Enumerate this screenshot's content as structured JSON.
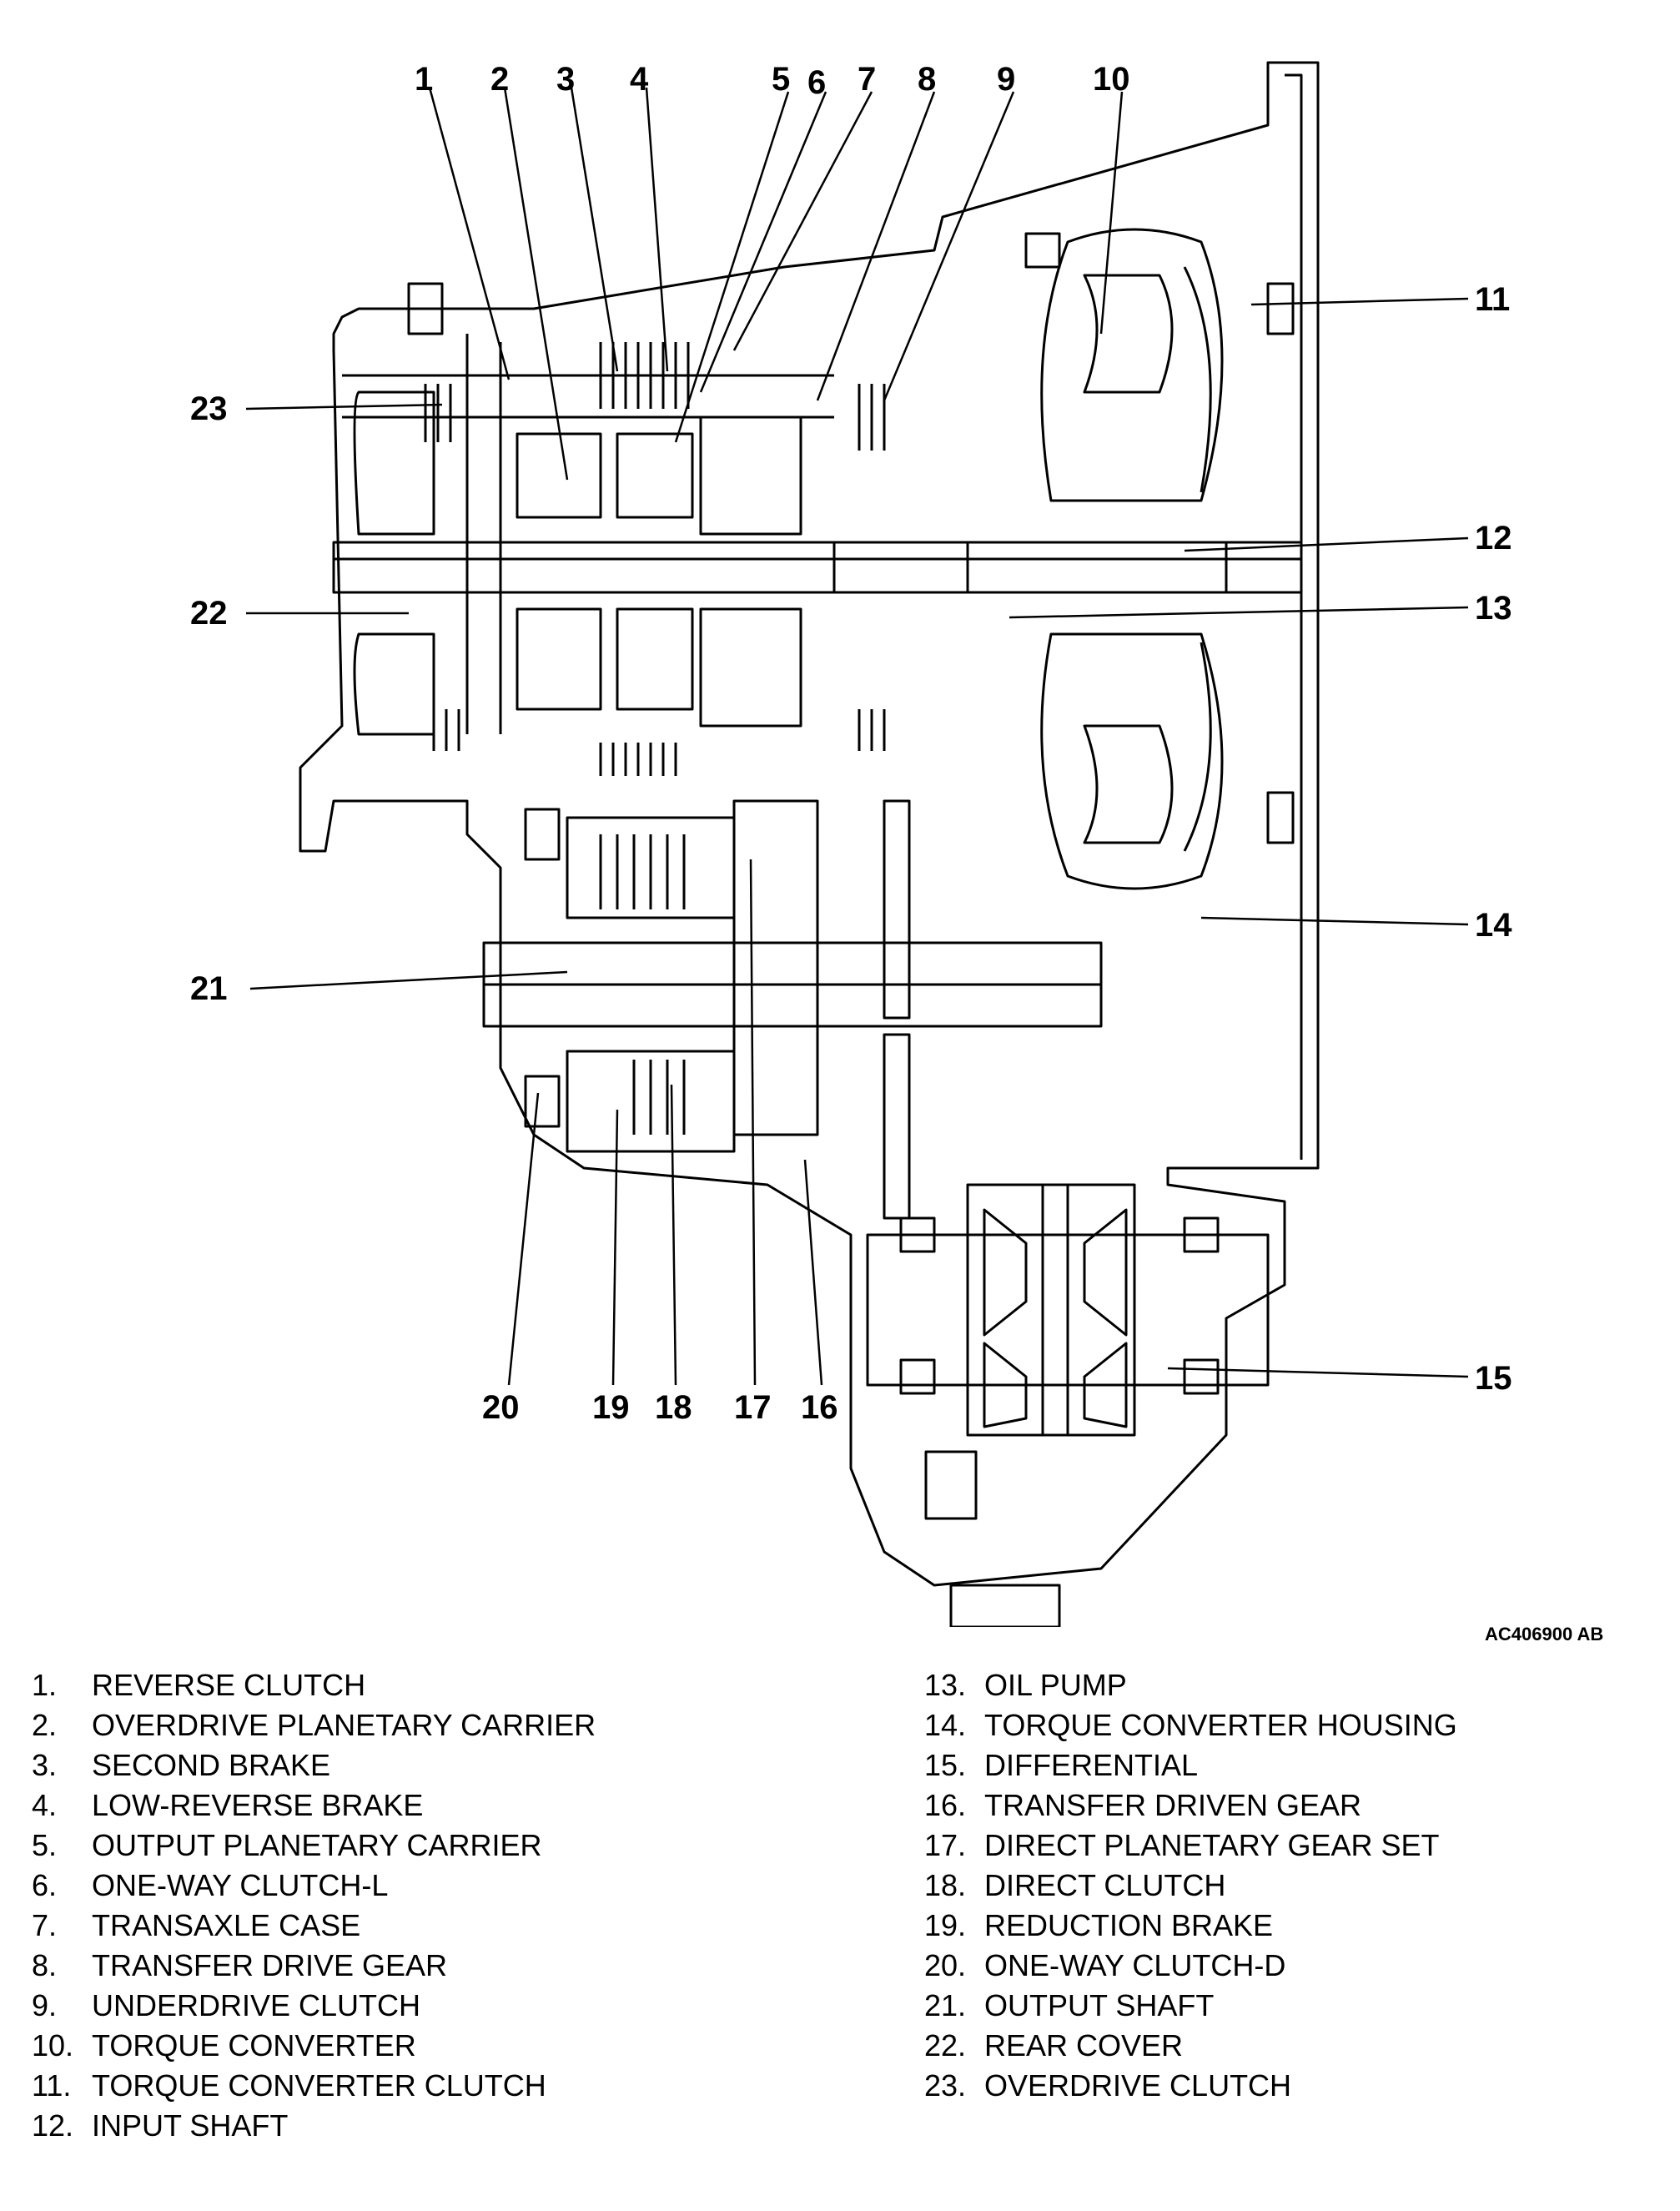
{
  "figure_code": "AC406900 AB",
  "callouts": [
    "1",
    "2",
    "3",
    "4",
    "5",
    "6",
    "7",
    "8",
    "9",
    "10",
    "11",
    "12",
    "13",
    "14",
    "15",
    "16",
    "17",
    "18",
    "19",
    "20",
    "21",
    "22",
    "23"
  ],
  "legend_left": [
    {
      "num": "1.",
      "label": "REVERSE CLUTCH"
    },
    {
      "num": "2.",
      "label": "OVERDRIVE PLANETARY CARRIER"
    },
    {
      "num": "3.",
      "label": "SECOND BRAKE"
    },
    {
      "num": "4.",
      "label": "LOW-REVERSE BRAKE"
    },
    {
      "num": "5.",
      "label": "OUTPUT PLANETARY CARRIER"
    },
    {
      "num": "6.",
      "label": "ONE-WAY CLUTCH-L"
    },
    {
      "num": "7.",
      "label": "TRANSAXLE CASE"
    },
    {
      "num": "8.",
      "label": "TRANSFER DRIVE GEAR"
    },
    {
      "num": "9.",
      "label": "UNDERDRIVE CLUTCH"
    },
    {
      "num": "10.",
      "label": "TORQUE CONVERTER"
    },
    {
      "num": "11.",
      "label": "TORQUE CONVERTER CLUTCH"
    },
    {
      "num": "12.",
      "label": "INPUT SHAFT"
    }
  ],
  "legend_right": [
    {
      "num": "13.",
      "label": "OIL PUMP"
    },
    {
      "num": "14.",
      "label": "TORQUE CONVERTER HOUSING"
    },
    {
      "num": "15.",
      "label": "DIFFERENTIAL"
    },
    {
      "num": "16.",
      "label": "TRANSFER DRIVEN GEAR"
    },
    {
      "num": "17.",
      "label": "DIRECT PLANETARY GEAR SET"
    },
    {
      "num": "18.",
      "label": "DIRECT CLUTCH"
    },
    {
      "num": "19.",
      "label": "REDUCTION BRAKE"
    },
    {
      "num": "20.",
      "label": "ONE-WAY CLUTCH-D"
    },
    {
      "num": "21.",
      "label": "OUTPUT SHAFT"
    },
    {
      "num": "22.",
      "label": "REAR COVER"
    },
    {
      "num": "23.",
      "label": "OVERDRIVE CLUTCH"
    }
  ]
}
